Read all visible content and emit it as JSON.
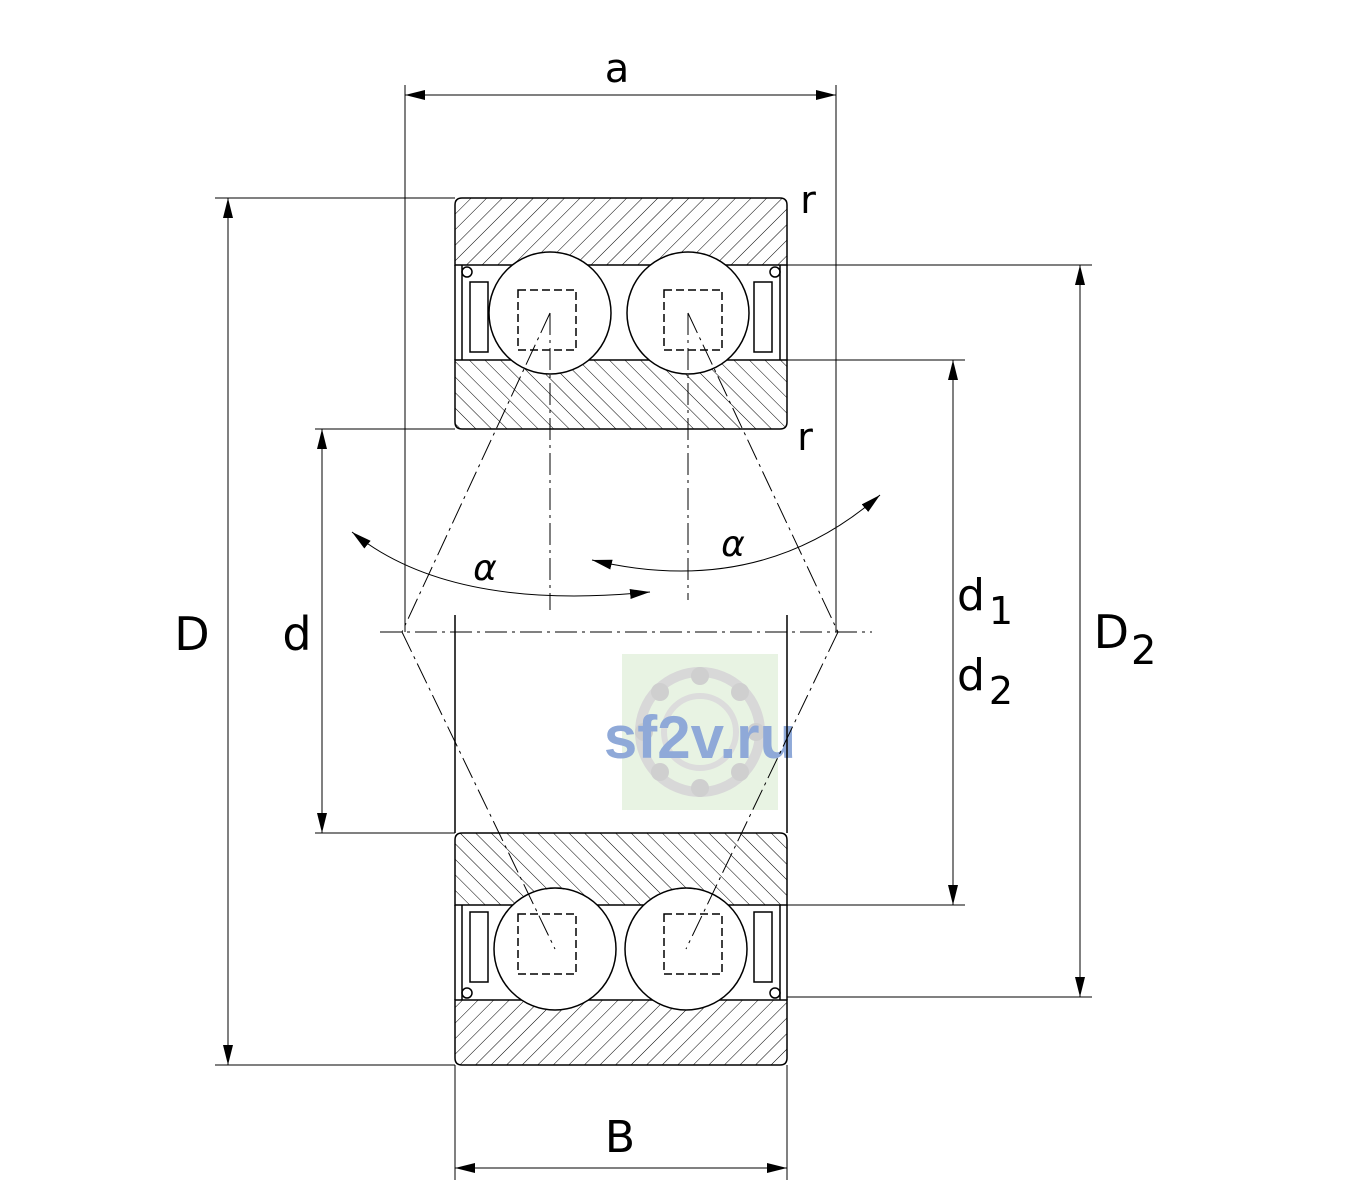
{
  "labels": {
    "a": "a",
    "r_top": "r",
    "r_mid": "r",
    "alpha_left": "α",
    "alpha_right": "α",
    "D": "D",
    "d": "d",
    "d1": "d",
    "d1_sub": "1",
    "d2": "d",
    "d2_sub": "2",
    "D2": "D",
    "D2_sub": "2",
    "B": "B"
  },
  "watermark": {
    "text": "sf2v.ru"
  },
  "colors": {
    "line": "#000000",
    "watermark_text": "#8fa9d8",
    "watermark_bg": "#e8f3e3"
  }
}
